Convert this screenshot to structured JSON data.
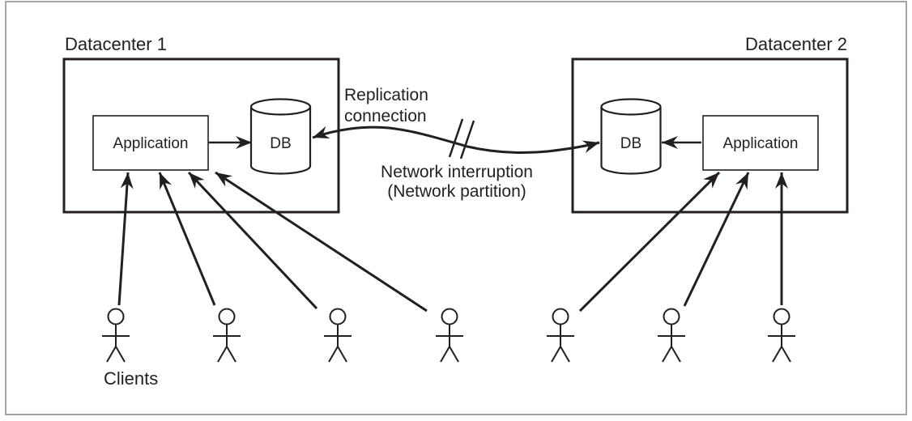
{
  "datacenter1": {
    "label": "Datacenter 1",
    "application_label": "Application",
    "db_label": "DB"
  },
  "datacenter2": {
    "label": "Datacenter 2",
    "application_label": "Application",
    "db_label": "DB"
  },
  "replication": {
    "label_line1": "Replication",
    "label_line2": "connection",
    "interruption_line1": "Network interruption",
    "interruption_line2": "(Network partition)"
  },
  "clients": {
    "label": "Clients",
    "count_datacenter1": 4,
    "count_datacenter2": 3,
    "total": 7
  },
  "colors": {
    "ink": "#231f20",
    "background": "#ffffff",
    "frame_border": "#a6a6a6"
  }
}
